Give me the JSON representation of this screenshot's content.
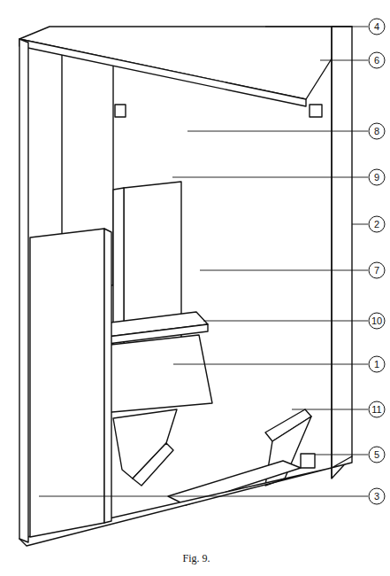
{
  "diagram": {
    "caption": "Fig. 9.",
    "labels": [
      "4",
      "6",
      "8",
      "9",
      "2",
      "7",
      "10",
      "1",
      "11",
      "5",
      "3"
    ]
  }
}
